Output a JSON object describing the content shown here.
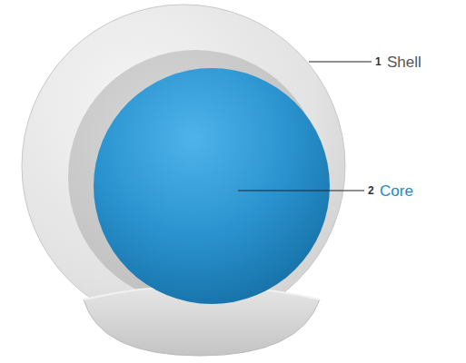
{
  "diagram": {
    "labels": [
      "1",
      "Shell",
      "2",
      "Core"
    ]
  }
}
